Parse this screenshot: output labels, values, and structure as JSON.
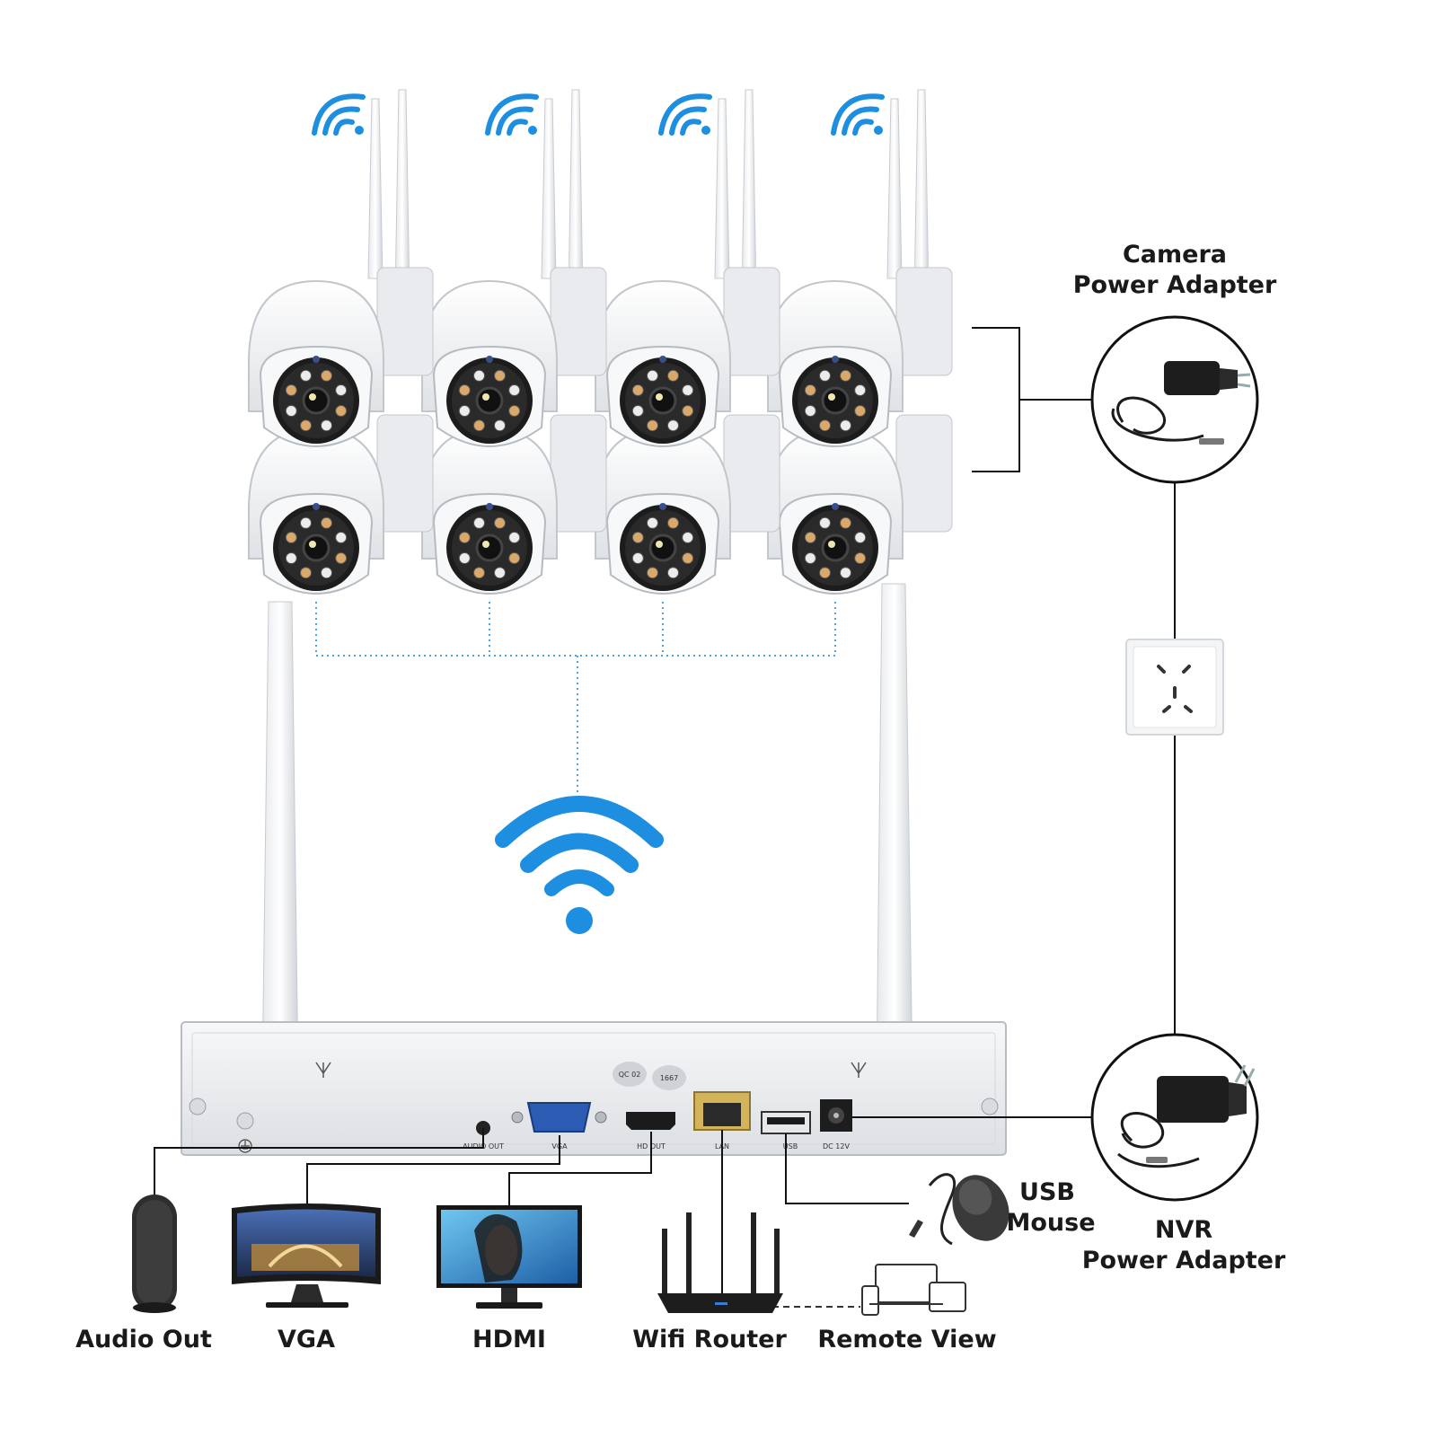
{
  "colors": {
    "wifi_blue": "#1e8fe0",
    "line_black": "#111111",
    "dotted_blue": "#4aa3e6",
    "device_white": "#f2f3f5",
    "device_shadow": "#c9ccd1"
  },
  "labels": {
    "camera_power_adapter_line1": "Camera",
    "camera_power_adapter_line2": "Power Adapter",
    "nvr_power_adapter_line1": "NVR",
    "nvr_power_adapter_line2": "Power Adapter",
    "usb_mouse_line1": "USB",
    "usb_mouse_line2": "Mouse",
    "audio_out": "Audio Out",
    "vga": "VGA",
    "hdmi": "HDMI",
    "wifi_router": "Wifi Router",
    "remote_view": "Remote View"
  },
  "nvr_ports": {
    "audio_out": "AUDIO OUT",
    "vga": "VGA",
    "hd_out": "HD OUT",
    "lan": "LAN",
    "usb": "USB",
    "dc": "DC 12V",
    "sticker_qc": "QC 02",
    "sticker_num": "1667"
  },
  "cameras": {
    "rows": 2,
    "cols": 4
  },
  "icons": [
    "wifi-icon",
    "antenna-icon",
    "ground-icon",
    "power-outlet-icon"
  ]
}
